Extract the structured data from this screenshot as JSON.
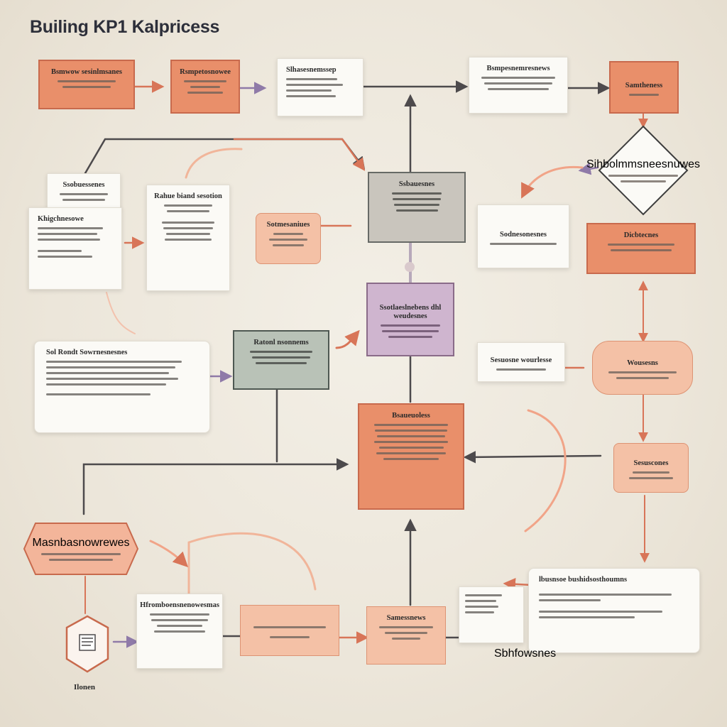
{
  "title": "Builing KP1 Kalpricess",
  "bottom_label": "Ilonen",
  "colors": {
    "accent_orange": "#e98f6a",
    "peach": "#f4c1a6",
    "slate": "#676a66",
    "purple": "#cfb5cf",
    "arrow_dark": "#4d4a4c",
    "arrow_orange": "#d87558",
    "arrow_purple": "#8f7aa8"
  },
  "icons": [
    "document-icon"
  ],
  "nodes": {
    "n1": {
      "label": "Bsmwow sesinlmsanes"
    },
    "n2": {
      "label": "Rsmpetosnowee"
    },
    "n3": {
      "label": "Slhasesnemssep"
    },
    "n4": {
      "label": "Bsmpesnemresnews"
    },
    "n5": {
      "label": "Samtheness"
    },
    "n6": {
      "label": "Ssobuessenes"
    },
    "n7": {
      "label": "Khigchnesowe"
    },
    "n8": {
      "label": "Rahue biand sesotion"
    },
    "n9": {
      "label": "Sotmesaniues"
    },
    "n10": {
      "label": "Ssbauesnes"
    },
    "n11": {
      "label": "Sihbolmmsneesnuwes"
    },
    "n12": {
      "label": "Sodnesonesnes"
    },
    "n13": {
      "label": "Dicbtecnes"
    },
    "n14": {
      "label": "Ssotlaeslnebens dhl weudesnes"
    },
    "n15": {
      "label": "Sol Rondt Sowrnesnesnes"
    },
    "n16": {
      "label": "Ratonl nsonnems"
    },
    "n17": {
      "label": "Sesuosne wourlesse"
    },
    "n18": {
      "label": "Wousesns"
    },
    "n19": {
      "label": "Bsaueuoless"
    },
    "n20": {
      "label": "Sesuscones"
    },
    "n21": {
      "label": "Masnbasnowrewes"
    },
    "n22": {
      "label": "Hfromboensnenowesmas"
    },
    "n23": {
      "label": "Samessnews"
    },
    "n24": {
      "label": "lbusnsoe bushidsosthoumns"
    },
    "n25": {
      "label": "Sbhfowsnes"
    }
  }
}
